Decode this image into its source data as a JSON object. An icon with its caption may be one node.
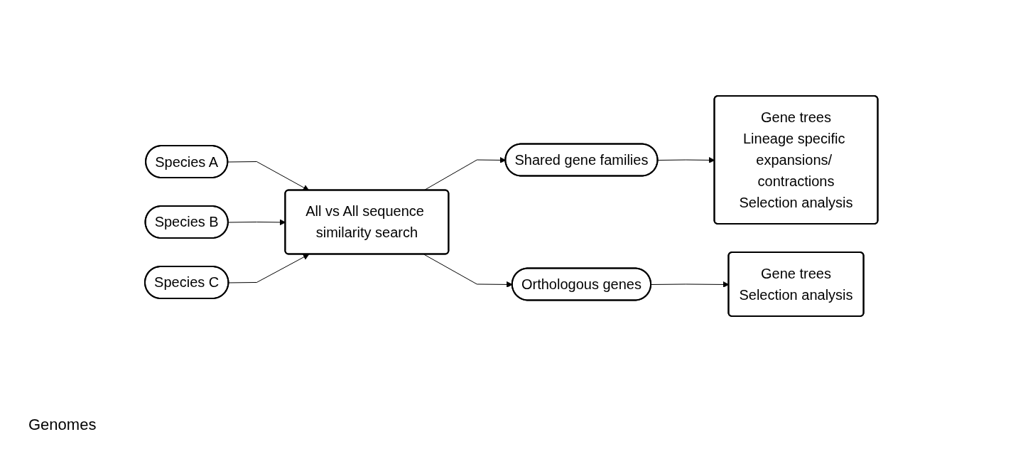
{
  "diagram": {
    "nodes": [
      {
        "text": [
          "Species A"
        ]
      },
      {
        "text": [
          "Species B"
        ]
      },
      {
        "text": [
          "Species C"
        ]
      },
      {
        "text": [
          "All vs All sequence similarity search"
        ]
      },
      {
        "text": [
          "Shared gene families"
        ]
      },
      {
        "text": [
          "Orthologous genes"
        ]
      },
      {
        "text": [
          "Gene trees",
          "Lineage specific expansions/ contractions",
          "Selection analysis"
        ]
      },
      {
        "text": [
          "Gene trees",
          "Selection analysis"
        ]
      }
    ],
    "edges": [
      {
        "from": 0,
        "to": 3,
        "arrow": "to"
      },
      {
        "from": 1,
        "to": 3,
        "arrow": "to"
      },
      {
        "from": 2,
        "to": 3,
        "arrow": "to"
      },
      {
        "from": 3,
        "to": 4,
        "arrow": "to"
      },
      {
        "from": 3,
        "to": 5,
        "arrow": "to"
      },
      {
        "from": 4,
        "to": 6,
        "arrow": "to"
      },
      {
        "from": 5,
        "to": 7,
        "arrow": "to"
      }
    ],
    "labels": [
      "Genomes"
    ]
  }
}
